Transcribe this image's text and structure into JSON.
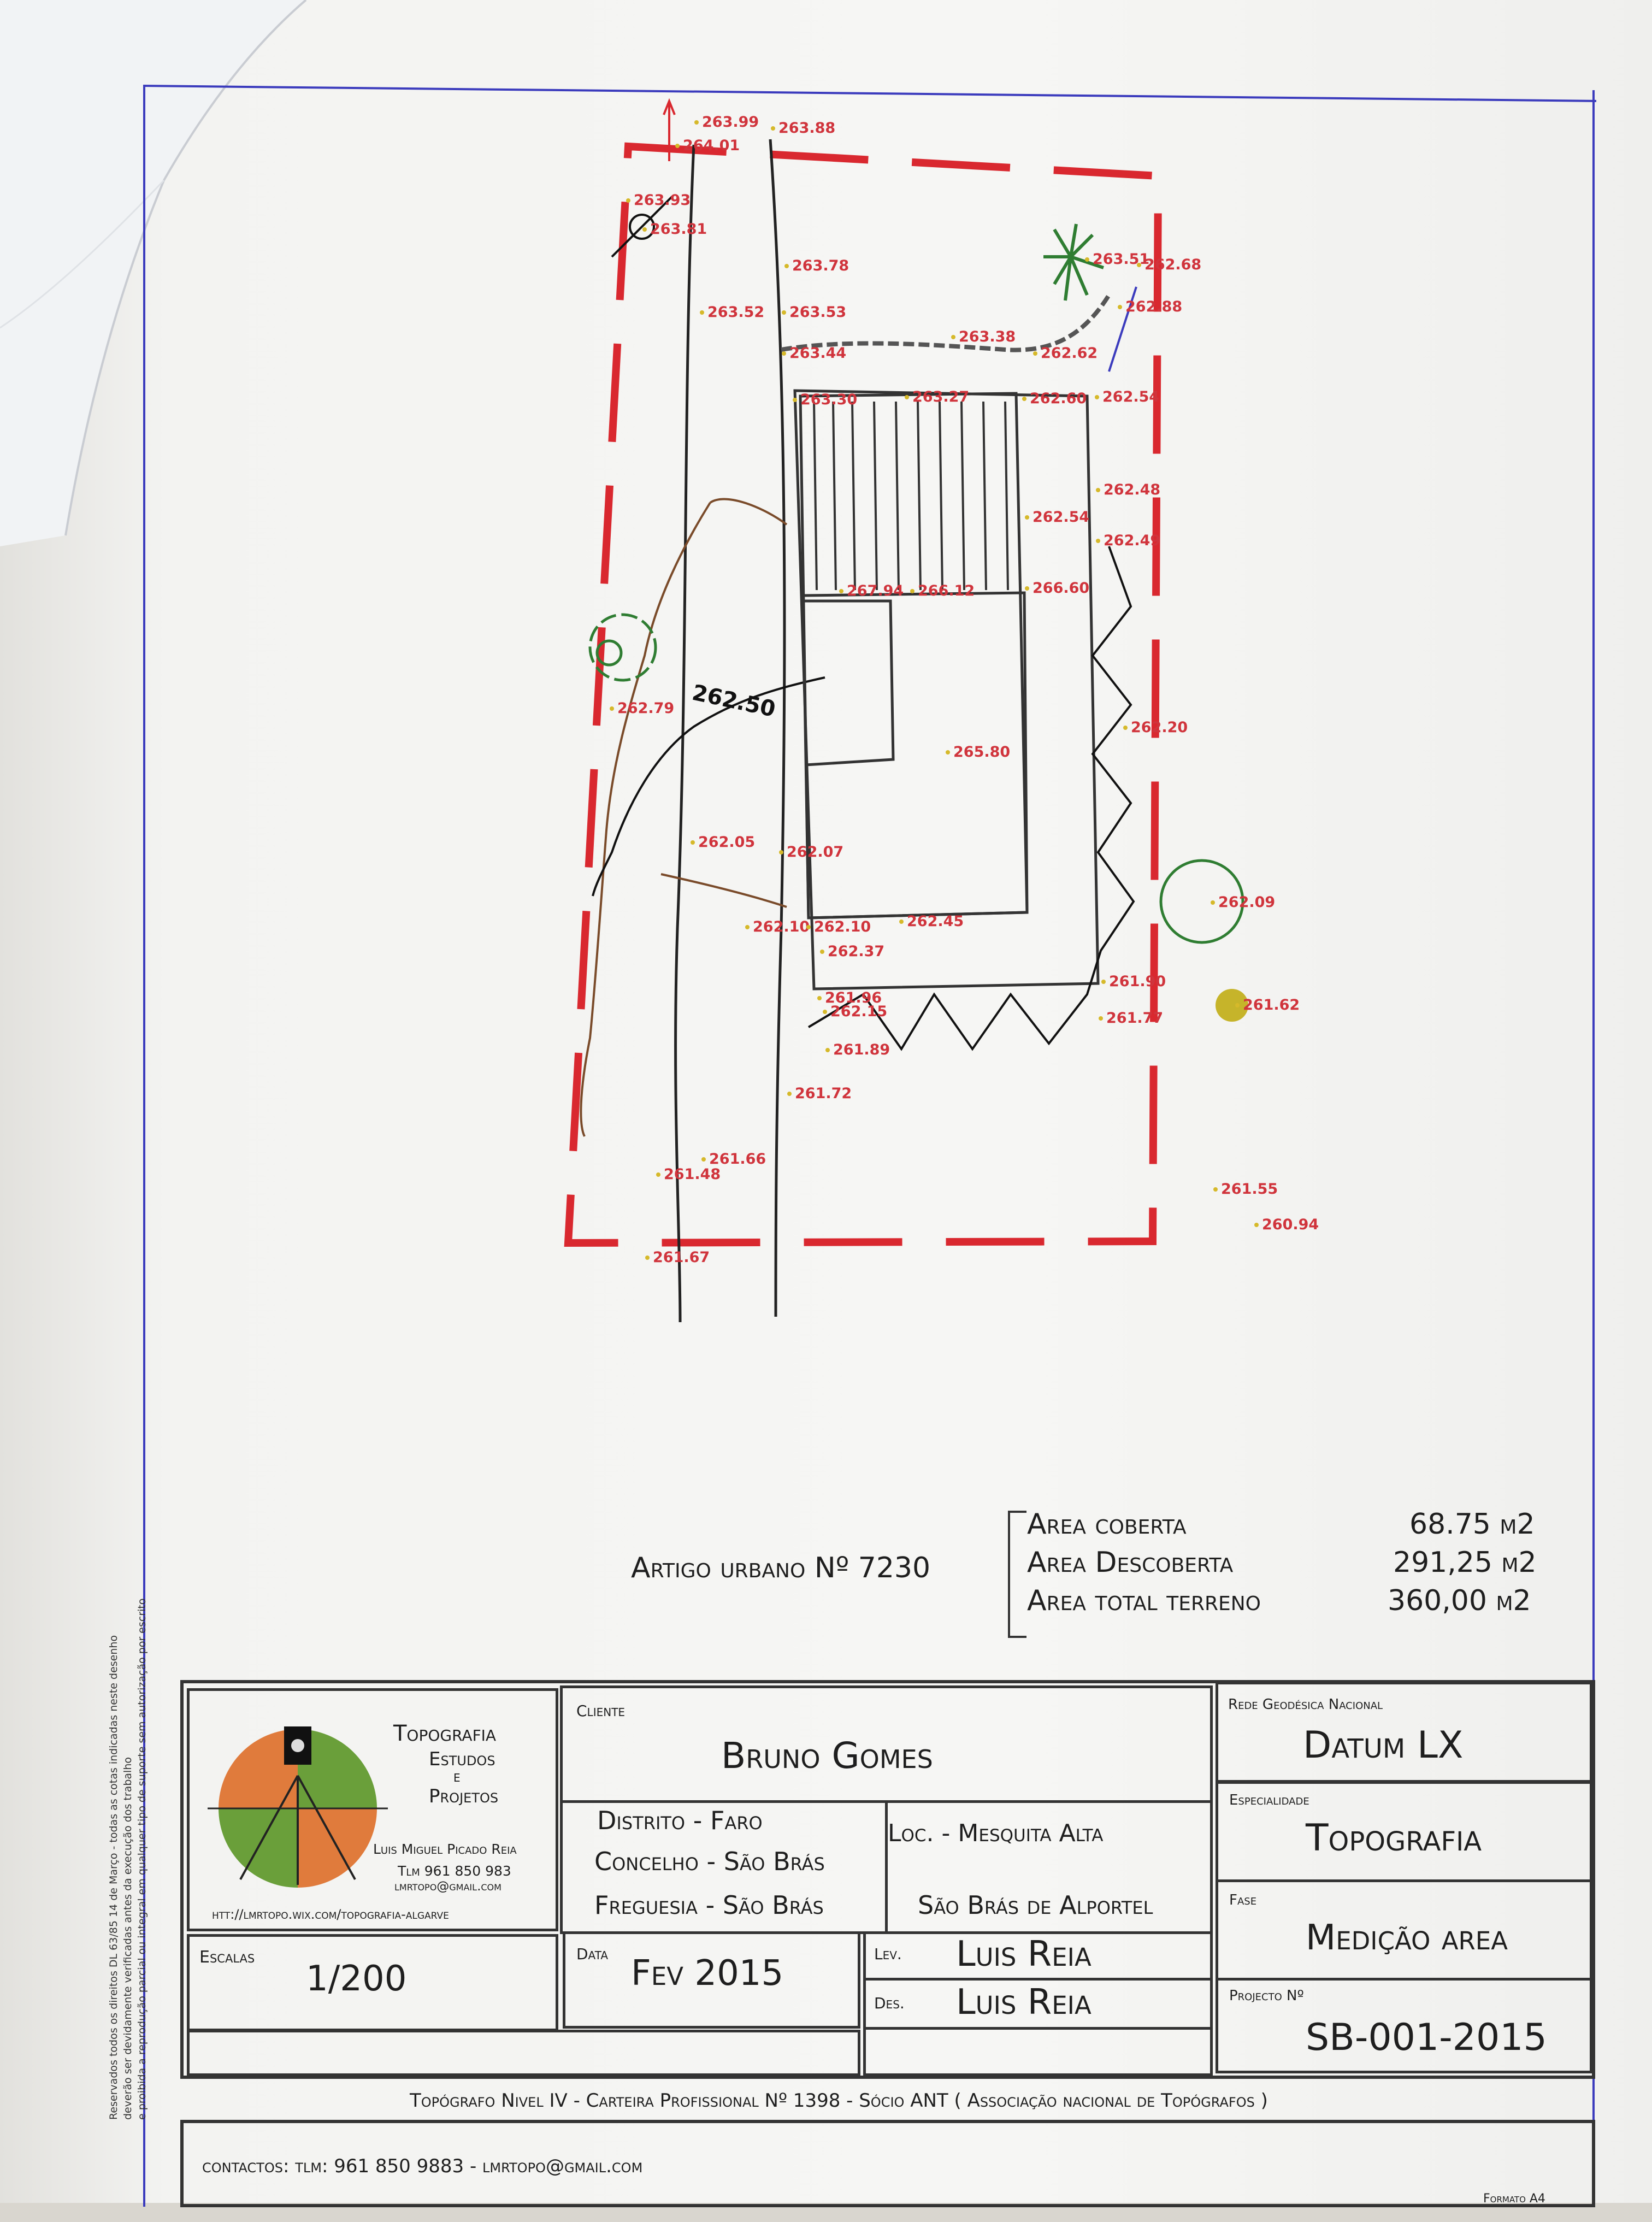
{
  "plan": {
    "elevations": [
      {
        "id": "e1",
        "text": "263.99"
      },
      {
        "id": "e2",
        "text": "263.88"
      },
      {
        "id": "e3",
        "text": "264.01"
      },
      {
        "id": "e4",
        "text": "263.93"
      },
      {
        "id": "e5",
        "text": "263.81"
      },
      {
        "id": "e6",
        "text": "263.78"
      },
      {
        "id": "e7",
        "text": "263.51"
      },
      {
        "id": "e8",
        "text": "262.68"
      },
      {
        "id": "e9",
        "text": "263.52"
      },
      {
        "id": "e10",
        "text": "263.53"
      },
      {
        "id": "e11",
        "text": "262.88"
      },
      {
        "id": "e12",
        "text": "263.38"
      },
      {
        "id": "e13",
        "text": "263.44"
      },
      {
        "id": "e14",
        "text": "262.62"
      },
      {
        "id": "e15",
        "text": "263.30"
      },
      {
        "id": "e16",
        "text": "263.27"
      },
      {
        "id": "e17",
        "text": "262.60"
      },
      {
        "id": "e18",
        "text": "262.54"
      },
      {
        "id": "e19",
        "text": "262.48"
      },
      {
        "id": "e20",
        "text": "262.54"
      },
      {
        "id": "e21",
        "text": "262.49"
      },
      {
        "id": "e22",
        "text": "267.94"
      },
      {
        "id": "e23",
        "text": "266.12"
      },
      {
        "id": "e24",
        "text": "266.60"
      },
      {
        "id": "e25",
        "text": "262.79"
      },
      {
        "id": "e26",
        "text": "265.80"
      },
      {
        "id": "e27",
        "text": "262.20"
      },
      {
        "id": "e28",
        "text": "262.05"
      },
      {
        "id": "e29",
        "text": "262.07"
      },
      {
        "id": "e30",
        "text": "262.09"
      },
      {
        "id": "e31",
        "text": "262.10"
      },
      {
        "id": "e32",
        "text": "262.10"
      },
      {
        "id": "e33",
        "text": "262.45"
      },
      {
        "id": "e34",
        "text": "262.37"
      },
      {
        "id": "e35",
        "text": "261.90"
      },
      {
        "id": "e36",
        "text": "261.96"
      },
      {
        "id": "e37",
        "text": "262.15"
      },
      {
        "id": "e38",
        "text": "261.62"
      },
      {
        "id": "e39",
        "text": "261.77"
      },
      {
        "id": "e40",
        "text": "261.89"
      },
      {
        "id": "e41",
        "text": "261.72"
      },
      {
        "id": "e42",
        "text": "261.66"
      },
      {
        "id": "e43",
        "text": "261.48"
      },
      {
        "id": "e44",
        "text": "261.55"
      },
      {
        "id": "e45",
        "text": "260.94"
      },
      {
        "id": "e46",
        "text": "261.67"
      }
    ],
    "contour_label": "262.50"
  },
  "areas": {
    "artigo": "Artigo urbano Nº 7230",
    "rows": [
      {
        "label": "Area coberta",
        "value": "68.75 m2"
      },
      {
        "label": "Area Descoberta",
        "value": "291,25 m2"
      },
      {
        "label": "Area total terreno",
        "value": "360,00 m2"
      }
    ]
  },
  "titleblock": {
    "company_lines": [
      "Topografia",
      "Estudos",
      "e",
      "Projetos"
    ],
    "person": "Luis Miguel Picado Reia",
    "tlm": "Tlm 961 850 983",
    "email": "lmrtopo@gmail.com",
    "url": "htt://lmrtopo.wix.com/topografia-algarve",
    "cliente_label": "Cliente",
    "cliente": "Bruno Gomes",
    "distrito": "Distrito - Faro",
    "concelho": "Concelho - São Brás",
    "freguesia": "Freguesia - São Brás",
    "loc": "Loc. - Mesquita Alta",
    "loc2": "São Brás de Alportel",
    "rede_label": "Rede Geodésica Nacional",
    "rede": "Datum LX",
    "especialidade_label": "Especialidade",
    "especialidade": "Topografia",
    "fase_label": "Fase",
    "fase": "Medição area",
    "projecto_label": "Projecto Nº",
    "projecto": "SB-001-2015",
    "escalas_label": "Escalas",
    "escala": "1/200",
    "data_label": "Data",
    "data": "Fev 2015",
    "lev_label": "Lev.",
    "lev": "Luis Reia",
    "des_label": "Des.",
    "des": "Luis Reia",
    "topografo": "Topógrafo Nivel IV - Carteira Profissional Nº 1398 - Sócio ANT ( Associação nacional de Topógrafos )",
    "contactos": "contactos:  tlm: 961 850 9883 - lmrtopo@gmail.com",
    "formato": "Formato A4"
  },
  "side_note": [
    "Reservados todos os direitos DL 63/85 14 de Março - todas as cotas indicadas neste desenho",
    "deverão ser devidamente verificadas antes da execução dos trabalho",
    "e proibida a reprodução parcial ou integral em qualquer tipo de suporte sem autorização por escrito"
  ],
  "colors": {
    "border": "#3b3bbd",
    "lot": "#d9282f",
    "elev": "#d0343c",
    "tree": "#2f7d32",
    "contour": "#7a4b2a"
  }
}
